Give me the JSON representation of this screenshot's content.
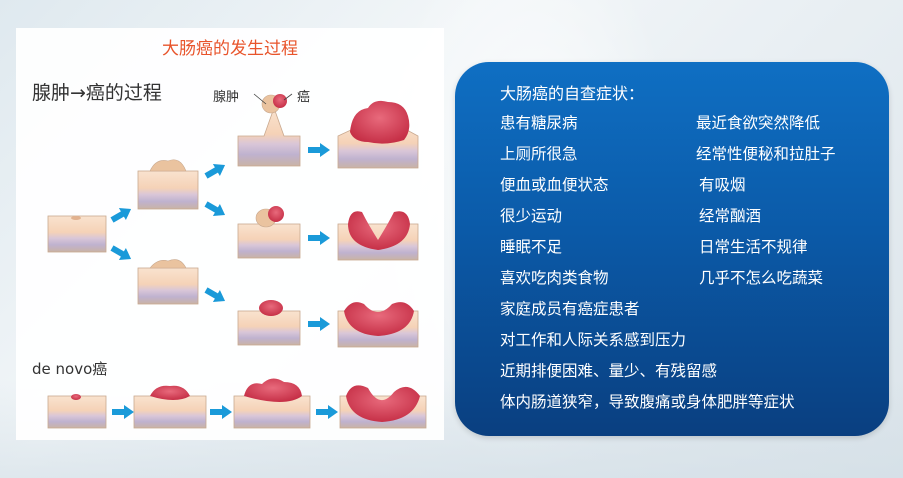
{
  "diagram": {
    "title": "大肠癌的发生过程",
    "subtitle": "腺肿→癌的过程",
    "label_adenoma": "腺肿",
    "label_cancer": "癌",
    "denovo_title": "de novo癌"
  },
  "panel": {
    "title": "大肠癌的自查症状：",
    "symptoms_left": [
      "患有糖尿病",
      "上厕所很急",
      "便血或血便状态",
      "很少运动",
      "睡眠不足",
      "喜欢吃肉类食物"
    ],
    "symptoms_right": [
      "最近食欲突然降低",
      "经常性便秘和拉肚子",
      "有吸烟",
      "经常酗酒",
      "日常生活不规律",
      "几乎不怎么吃蔬菜"
    ],
    "symptoms_full": [
      "家庭成员有癌症患者",
      "对工作和人际关系感到压力",
      "近期排便困难、量少、有残留感",
      "体内肠道狭窄，导致腹痛或身体肥胖等症状"
    ]
  },
  "colors": {
    "title_orange": "#e8542b",
    "arrow_blue": "#1a9ad9",
    "panel_blue": "#0b5aa8",
    "tumor_red": "#d9415a"
  }
}
